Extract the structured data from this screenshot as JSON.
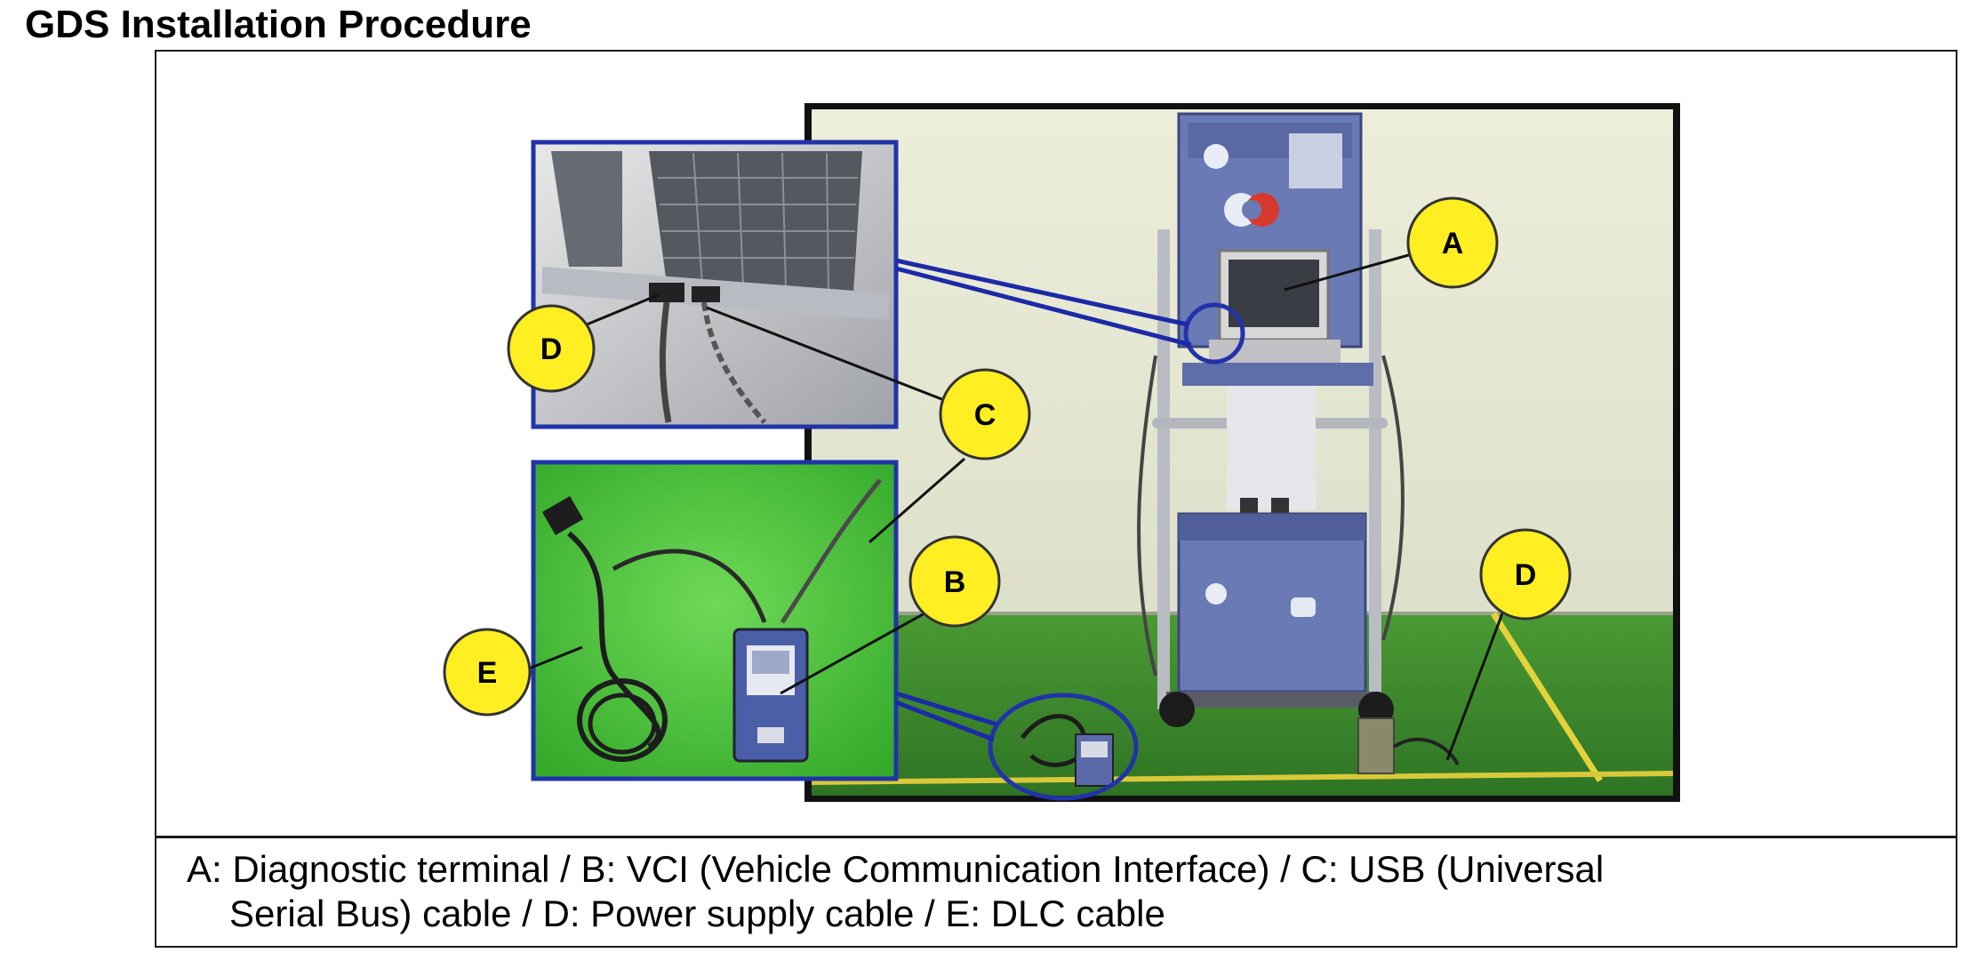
{
  "document": {
    "title": "GDS Installation Procedure"
  },
  "figure": {
    "callouts": {
      "a": "A",
      "b": "B",
      "c": "C",
      "d_inset": "D",
      "d_floor": "D",
      "e": "E"
    },
    "colors": {
      "callout_fill": "#ffee22",
      "callout_stroke": "#333333",
      "inset_border": "#2233aa",
      "leader_line": "#1c2aa8",
      "wall": "#e4e6d2",
      "floor": "#3f8d2c",
      "green_screen": "#4fc33c",
      "cart_body": "#6a7ab5"
    }
  },
  "caption": {
    "line1": "A: Diagnostic terminal / B: VCI (Vehicle Communication Interface) / C: USB (Universal",
    "line2": "Serial Bus) cable / D: Power supply cable / E: DLC cable"
  }
}
